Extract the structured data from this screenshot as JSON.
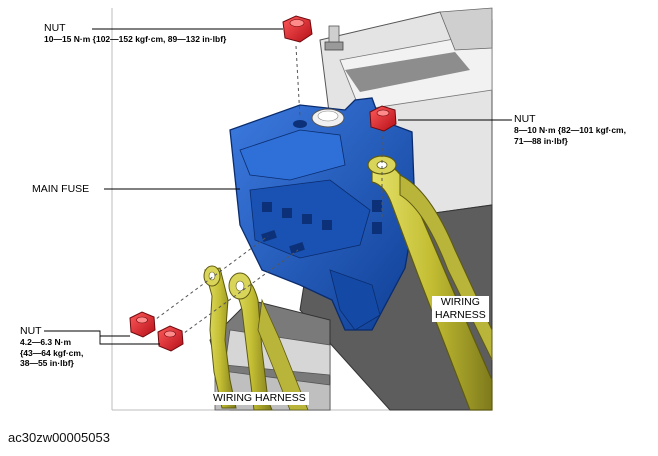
{
  "figure_code": "ac30zw00005053",
  "callouts": {
    "nut_top": {
      "title": "NUT",
      "spec": "10—15 N·m {102—152 kgf·cm, 89—132 in·lbf}"
    },
    "nut_right": {
      "title": "NUT",
      "spec_line1": "8—10 N·m {82—101 kgf·cm,",
      "spec_line2": "71—88 in·lbf}"
    },
    "main_fuse": {
      "title": "MAIN FUSE"
    },
    "nut_bottom": {
      "title": "NUT",
      "spec_line1": "4.2—6.3 N·m",
      "spec_line2": "{43—64 kgf·cm,",
      "spec_line3": "38—55 in·lbf}"
    },
    "wiring_harness_right": {
      "line1": "WIRING",
      "line2": "HARNESS"
    },
    "wiring_harness_bottom": {
      "title": "WIRING HARNESS"
    }
  },
  "colors": {
    "fuse_blue": "#1f5fc8",
    "fuse_dark": "#0d3a8a",
    "nut_red": "#e3202a",
    "harness_yellow": "#c9c43a",
    "harness_dark": "#8a8620",
    "battery_gray": "#d8d8d8",
    "battery_dark": "#6e6e6e"
  }
}
